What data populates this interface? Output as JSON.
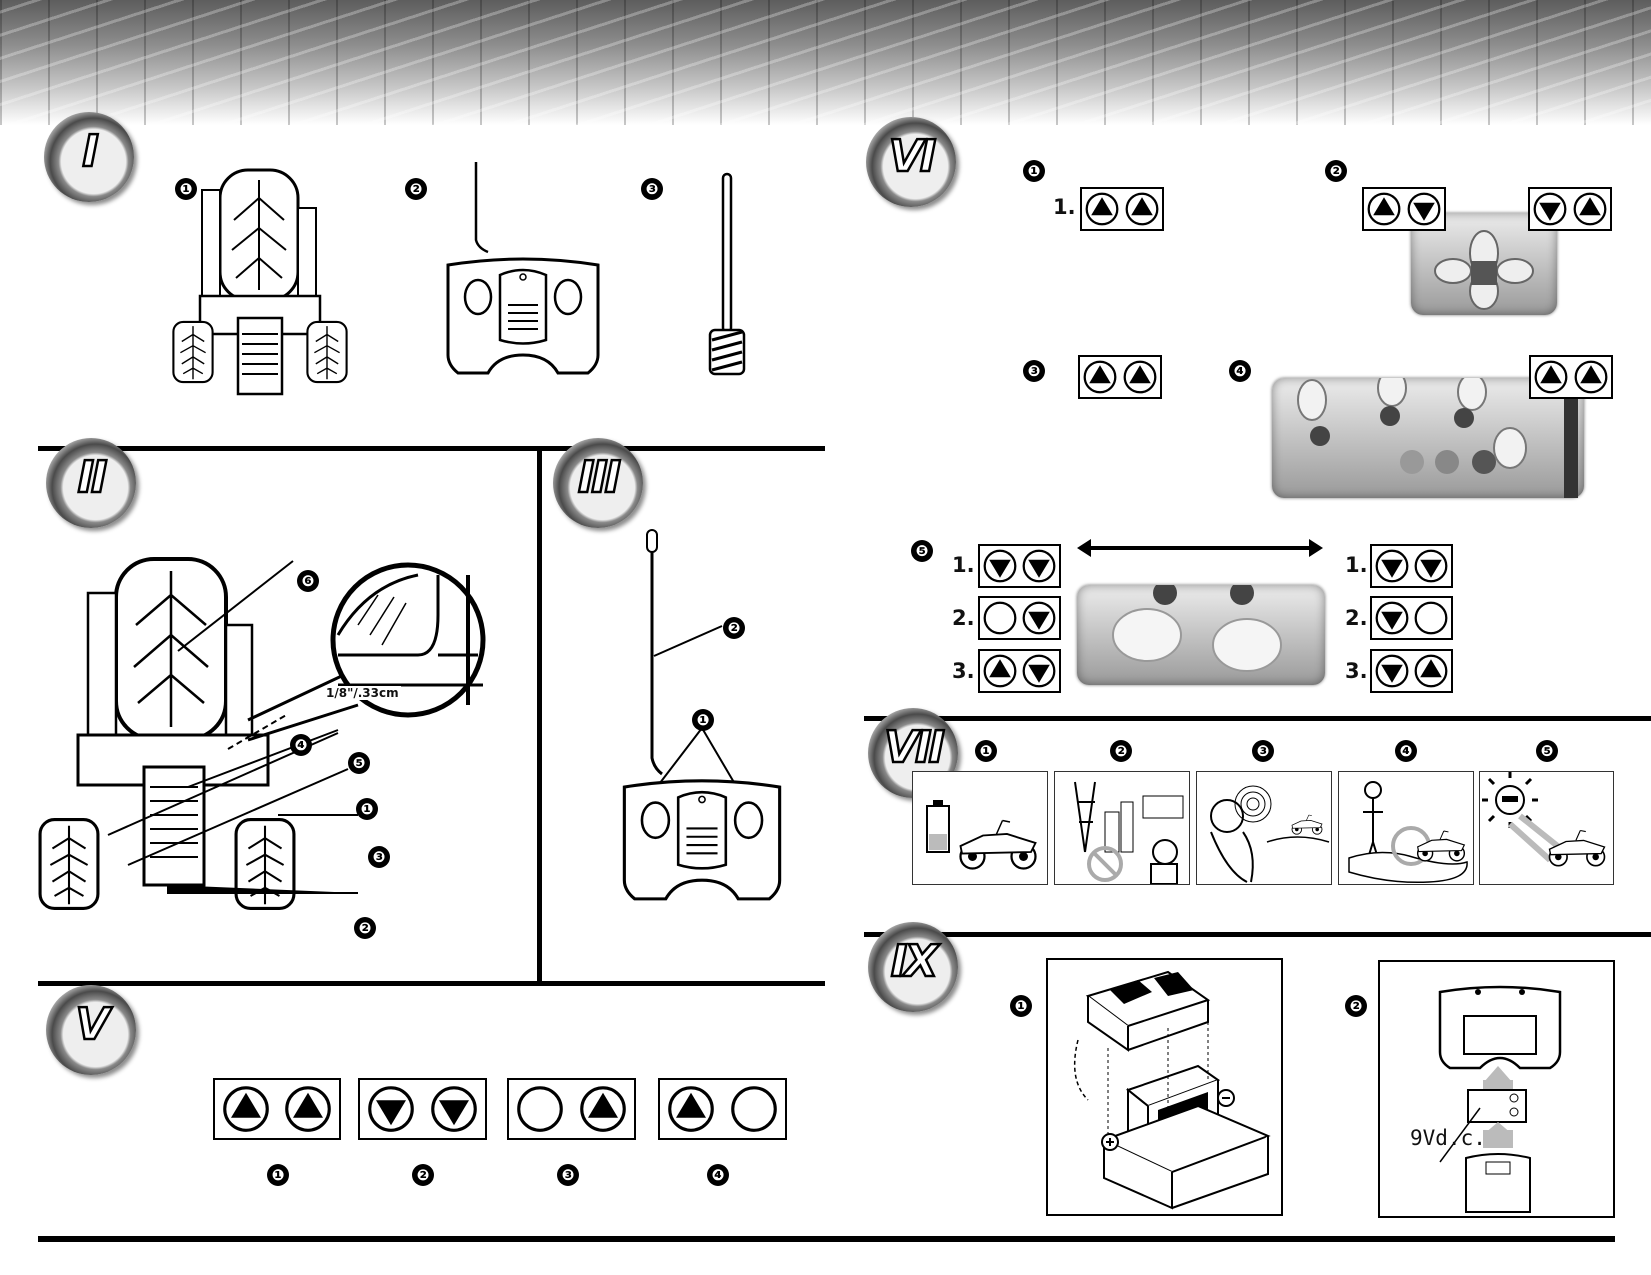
{
  "sections": {
    "I": "I",
    "II": "II",
    "III": "III",
    "V": "V",
    "VI": "VI",
    "VII": "VII",
    "IX": "IX"
  },
  "callouts": {
    "c1": "❶",
    "c2": "❷",
    "c3": "❸",
    "c4": "❹",
    "c5": "❺",
    "c6": "❻"
  },
  "steps": {
    "s1": "1.",
    "s2": "2.",
    "s3": "3."
  },
  "measure_label": "1/8\"/.33cm",
  "battery_label": "9Vd.c.",
  "colors": {
    "line": "#000000",
    "panel_gray": "#bdbdbd"
  },
  "icons": {
    "up": "up-arrow-button-icon",
    "down": "down-arrow-button-icon",
    "blank": "blank-button-icon"
  }
}
